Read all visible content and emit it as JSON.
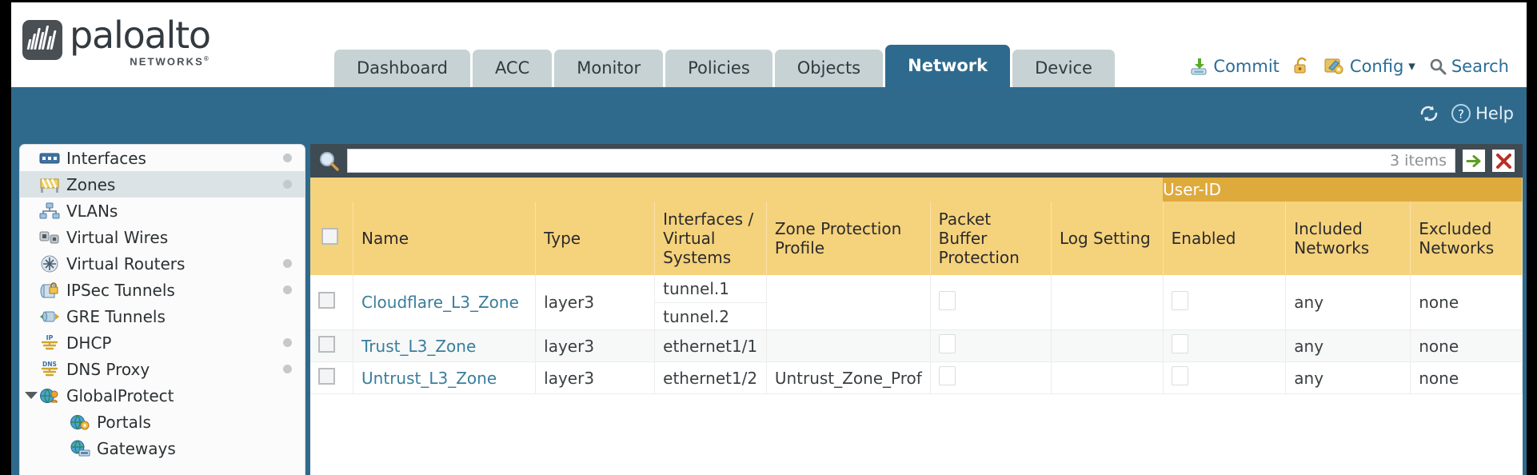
{
  "brand": {
    "word": "paloalto",
    "sub": "NETWORKS",
    "reg": "®"
  },
  "nav": {
    "tabs": [
      {
        "label": "Dashboard",
        "active": false
      },
      {
        "label": "ACC",
        "active": false
      },
      {
        "label": "Monitor",
        "active": false
      },
      {
        "label": "Policies",
        "active": false
      },
      {
        "label": "Objects",
        "active": false
      },
      {
        "label": "Network",
        "active": true
      },
      {
        "label": "Device",
        "active": false
      }
    ]
  },
  "toptools": [
    {
      "label": "Commit",
      "icon": "commit-download-icon"
    },
    {
      "label": "",
      "icon": "unlock-padlock-icon"
    },
    {
      "label": "Config",
      "icon": "config-wrench-icon",
      "caret": "▾"
    },
    {
      "label": "Search",
      "icon": "search-magnifier-icon"
    }
  ],
  "blueband": {
    "refresh_icon": "refresh-icon",
    "help_icon": "help-question-icon",
    "help_label": "Help"
  },
  "sidebar": {
    "items": [
      {
        "label": "Interfaces",
        "icon": "interfaces-icon",
        "dot": true,
        "selected": false,
        "indent": false,
        "caret": false
      },
      {
        "label": "Zones",
        "icon": "zones-icon",
        "dot": true,
        "selected": true,
        "indent": false,
        "caret": false
      },
      {
        "label": "VLANs",
        "icon": "vlans-icon",
        "dot": false,
        "selected": false,
        "indent": false,
        "caret": false
      },
      {
        "label": "Virtual Wires",
        "icon": "virtual-wires-icon",
        "dot": false,
        "selected": false,
        "indent": false,
        "caret": false
      },
      {
        "label": "Virtual Routers",
        "icon": "virtual-routers-icon",
        "dot": true,
        "selected": false,
        "indent": false,
        "caret": false
      },
      {
        "label": "IPSec Tunnels",
        "icon": "ipsec-tunnels-icon",
        "dot": true,
        "selected": false,
        "indent": false,
        "caret": false
      },
      {
        "label": "GRE Tunnels",
        "icon": "gre-tunnels-icon",
        "dot": false,
        "selected": false,
        "indent": false,
        "caret": false
      },
      {
        "label": "DHCP",
        "icon": "dhcp-icon",
        "dot": true,
        "selected": false,
        "indent": false,
        "caret": false
      },
      {
        "label": "DNS Proxy",
        "icon": "dns-proxy-icon",
        "dot": true,
        "selected": false,
        "indent": false,
        "caret": false
      },
      {
        "label": "GlobalProtect",
        "icon": "globalprotect-icon",
        "dot": false,
        "selected": false,
        "indent": false,
        "caret": true
      },
      {
        "label": "Portals",
        "icon": "portals-icon",
        "dot": false,
        "selected": false,
        "indent": true,
        "caret": false
      },
      {
        "label": "Gateways",
        "icon": "gateways-icon",
        "dot": false,
        "selected": false,
        "indent": true,
        "caret": false
      }
    ]
  },
  "search": {
    "value": "",
    "placeholder": "",
    "item_count": "3 items",
    "apply_icon": "green-arrow-apply-icon",
    "clear_icon": "red-x-clear-icon",
    "magnifier_icon": "search-magnifier-icon"
  },
  "table": {
    "group_header": {
      "label": "User-ID",
      "spans_columns": [
        "Enabled",
        "Included Networks",
        "Excluded Networks"
      ]
    },
    "columns": [
      "",
      "Name",
      "Type",
      "Interfaces / Virtual Systems",
      "Zone Protection Profile",
      "Packet Buffer Protection",
      "Log Setting",
      "Enabled",
      "Included Networks",
      "Excluded Networks"
    ],
    "rows": [
      {
        "checked": false,
        "name": "Cloudflare_L3_Zone",
        "type": "layer3",
        "interfaces": [
          "tunnel.1",
          "tunnel.2"
        ],
        "zone_protection_profile": "",
        "packet_buffer_protection": false,
        "log_setting": "",
        "userid_enabled": false,
        "included_networks": "any",
        "excluded_networks": "none"
      },
      {
        "checked": false,
        "name": "Trust_L3_Zone",
        "type": "layer3",
        "interfaces": [
          "ethernet1/1"
        ],
        "zone_protection_profile": "",
        "packet_buffer_protection": false,
        "log_setting": "",
        "userid_enabled": false,
        "included_networks": "any",
        "excluded_networks": "none"
      },
      {
        "checked": false,
        "name": "Untrust_L3_Zone",
        "type": "layer3",
        "interfaces": [
          "ethernet1/2"
        ],
        "zone_protection_profile": "Untrust_Zone_Prof",
        "packet_buffer_protection": false,
        "log_setting": "",
        "userid_enabled": false,
        "included_networks": "any",
        "excluded_networks": "none"
      }
    ]
  },
  "colors": {
    "brand_blue": "#2f6a8d",
    "tab_inactive": "#c7d2d4",
    "header_gold": "#f5d27c",
    "group_gold": "#dfaa3c",
    "link_blue": "#3a7d9c",
    "panel_dark": "#3f4b52"
  }
}
